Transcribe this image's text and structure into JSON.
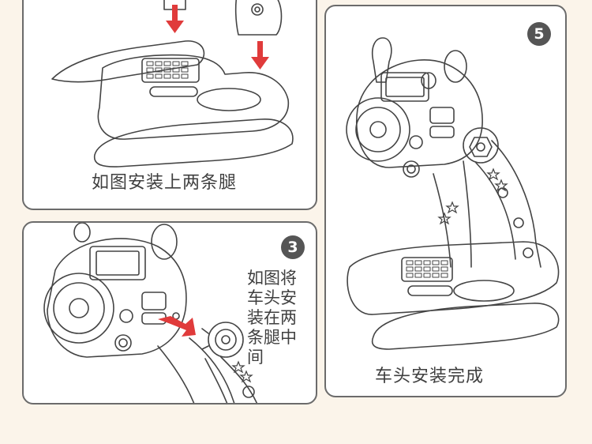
{
  "steps": {
    "top_left": {
      "caption": "如图安装上两条腿"
    },
    "middle_left": {
      "number": "3",
      "caption_lines": [
        "如图将",
        "车头安",
        "装在两",
        "条腿中",
        "间"
      ]
    },
    "right": {
      "number": "5",
      "caption": "车头安装完成"
    }
  },
  "colors": {
    "arrow": "#e03b3b",
    "line": "#444444",
    "badge": "#555555",
    "background": "#fbf4ea"
  },
  "icons": [
    "down-arrow-icon",
    "right-arrow-icon",
    "star-icon"
  ]
}
